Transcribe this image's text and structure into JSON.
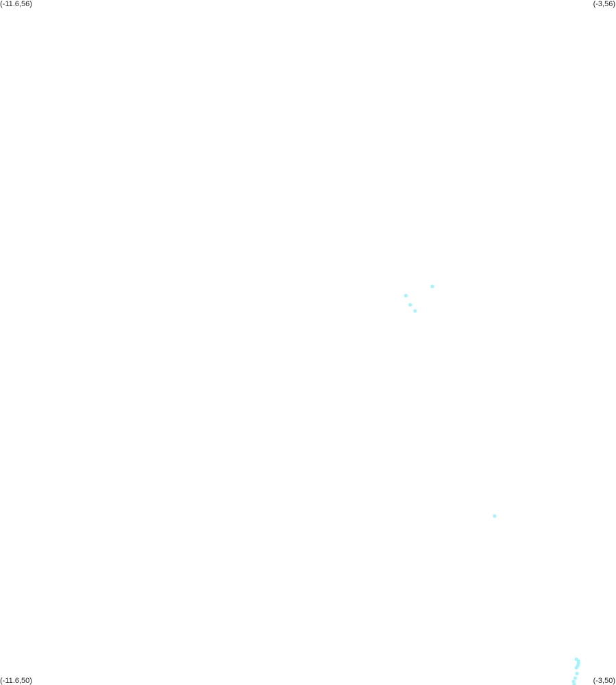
{
  "map": {
    "corners": {
      "top_left": "(-11.6,56)",
      "top_right": "(-3,56)",
      "bottom_left": "(-11.6,50)",
      "bottom_right": "(-3,50)"
    },
    "bounds": {
      "lon_min": -11.6,
      "lon_max": -3,
      "lat_min": 50,
      "lat_max": 56
    },
    "point_color": "#9ff5ff",
    "points": [
      {
        "lon": -5.566,
        "lat": 53.49
      },
      {
        "lon": -5.934,
        "lat": 53.41
      },
      {
        "lon": -5.874,
        "lat": 53.33
      },
      {
        "lon": -5.806,
        "lat": 53.276
      },
      {
        "lon": -4.695,
        "lat": 51.48
      },
      {
        "lon": -3.555,
        "lat": 50.15
      },
      {
        "lon": -3.534,
        "lat": 50.17
      },
      {
        "lon": -3.525,
        "lat": 50.19
      },
      {
        "lon": -3.555,
        "lat": 50.225
      },
      {
        "lon": -3.545,
        "lat": 50.1
      },
      {
        "lon": -3.525,
        "lat": 50.21
      },
      {
        "lon": -3.594,
        "lat": 50.03
      },
      {
        "lon": -3.57,
        "lat": 50.06
      },
      {
        "lon": -3.585,
        "lat": 50.005
      }
    ]
  }
}
